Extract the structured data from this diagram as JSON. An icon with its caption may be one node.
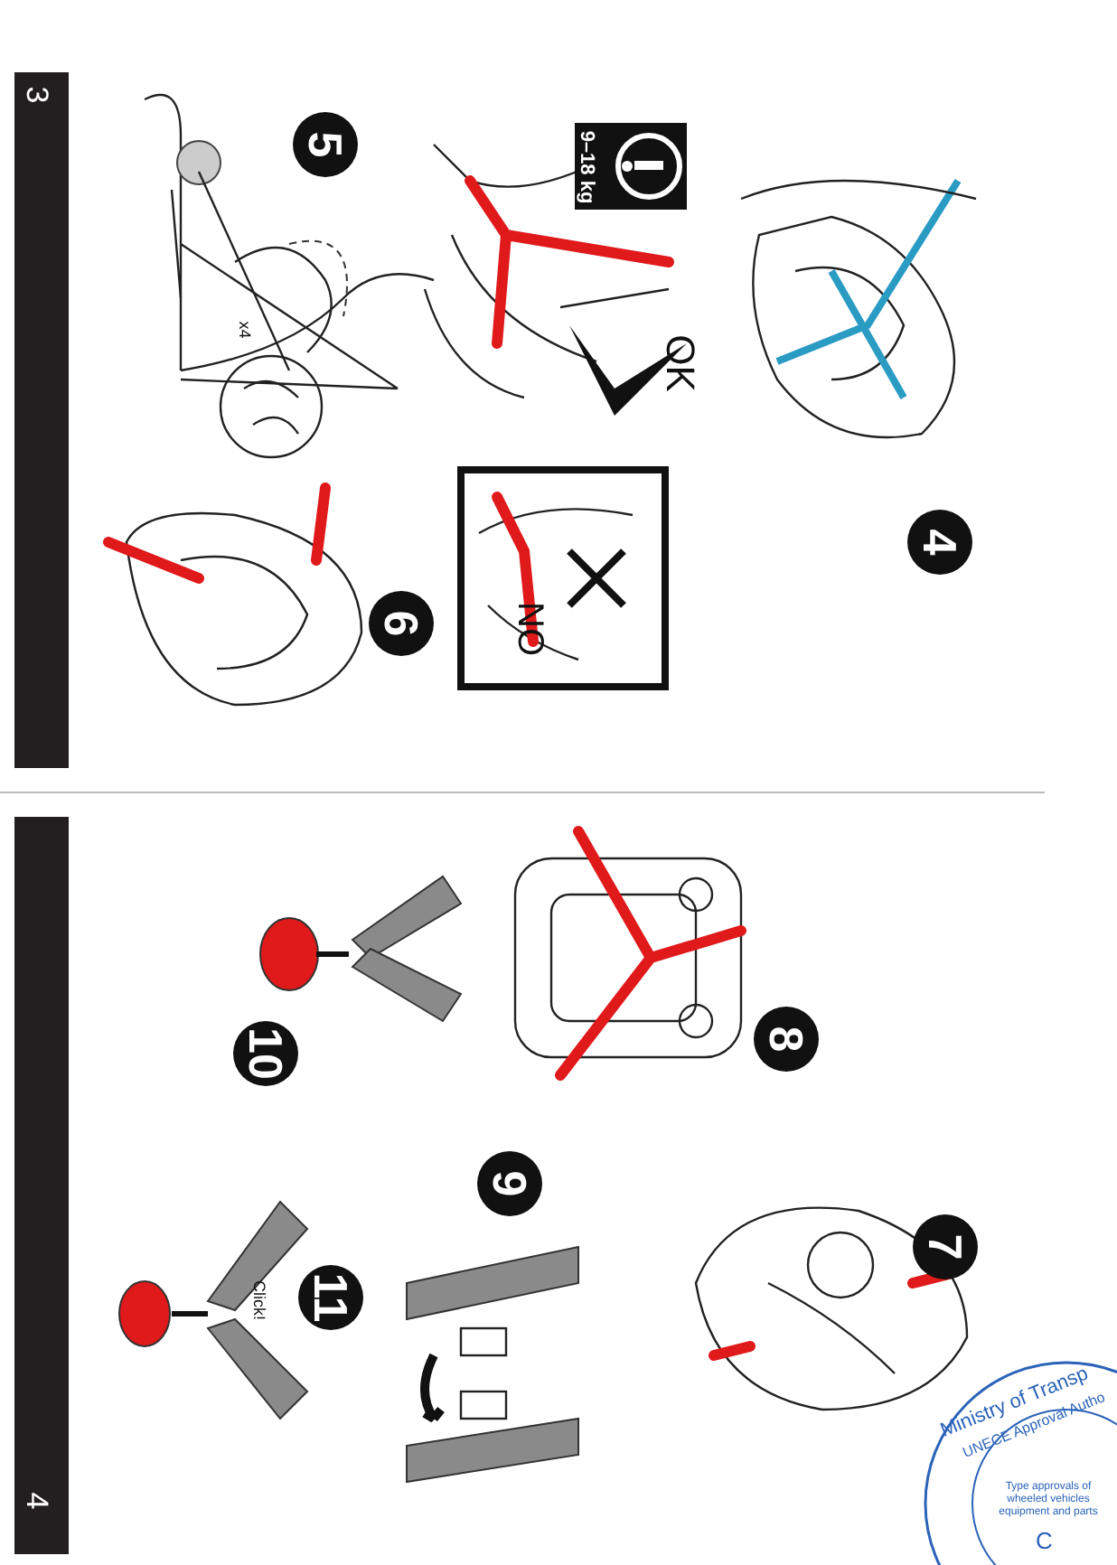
{
  "diagram": {
    "labels": [
      "3",
      "5",
      "9–18 kg",
      "OK",
      "x4",
      "4",
      "NO",
      "6",
      "4",
      "10",
      "8",
      "9",
      "7",
      "11",
      "Click!",
      "Ministry of Transp",
      "UNECE Approval Autho",
      "Type approvals of wheeled vehicles equipment and parts",
      "C"
    ]
  }
}
